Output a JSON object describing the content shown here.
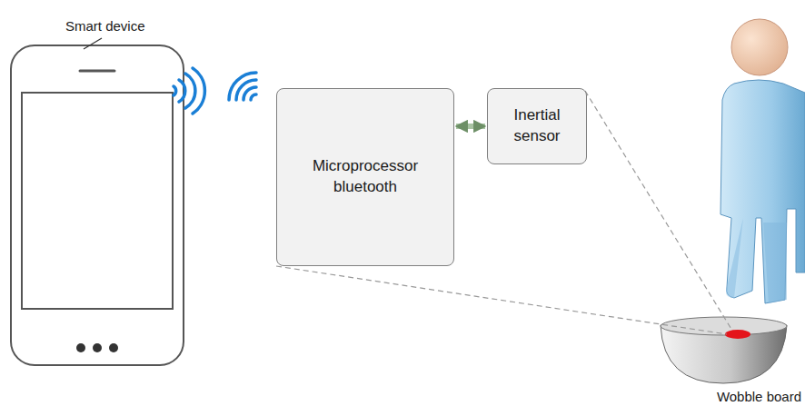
{
  "diagram": {
    "nodes": [
      {
        "text": [
          "Microprocessor bluetooth"
        ]
      },
      {
        "text": [
          "Inertial sensor"
        ]
      }
    ],
    "edges": [
      {
        "from": 0,
        "to": 1,
        "arrow": "both"
      }
    ],
    "labels": [
      "Smart device",
      "Wobble board"
    ]
  }
}
